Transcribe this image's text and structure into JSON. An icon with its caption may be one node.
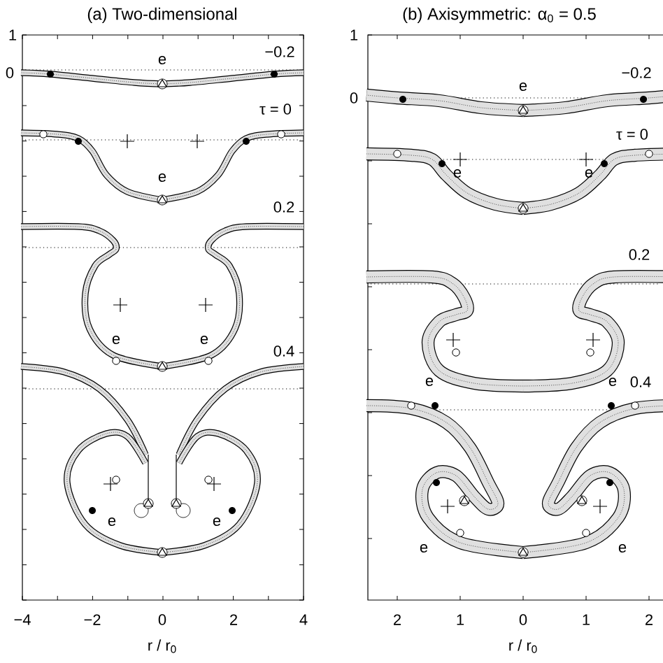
{
  "diagram": {
    "labels": [
      "(a) Two-dimensional",
      "(b) Axisymmetric:  α$_{0}$ = 0.5",
      "1",
      "1",
      "−0.2",
      "e",
      "0",
      "−0.2",
      "e",
      "0",
      "τ = 0",
      "τ = 0",
      "e",
      "e",
      "e",
      "0.2",
      "0.2",
      "e",
      "e",
      "0.4",
      "e",
      "e",
      "0.4",
      "e",
      "e",
      "e",
      "e",
      "−4",
      "−2",
      "0",
      "2",
      "4",
      "2",
      "1",
      "0",
      "1",
      "2",
      "r / r$_{0}$",
      "r / r$_{0}$"
    ]
  }
}
